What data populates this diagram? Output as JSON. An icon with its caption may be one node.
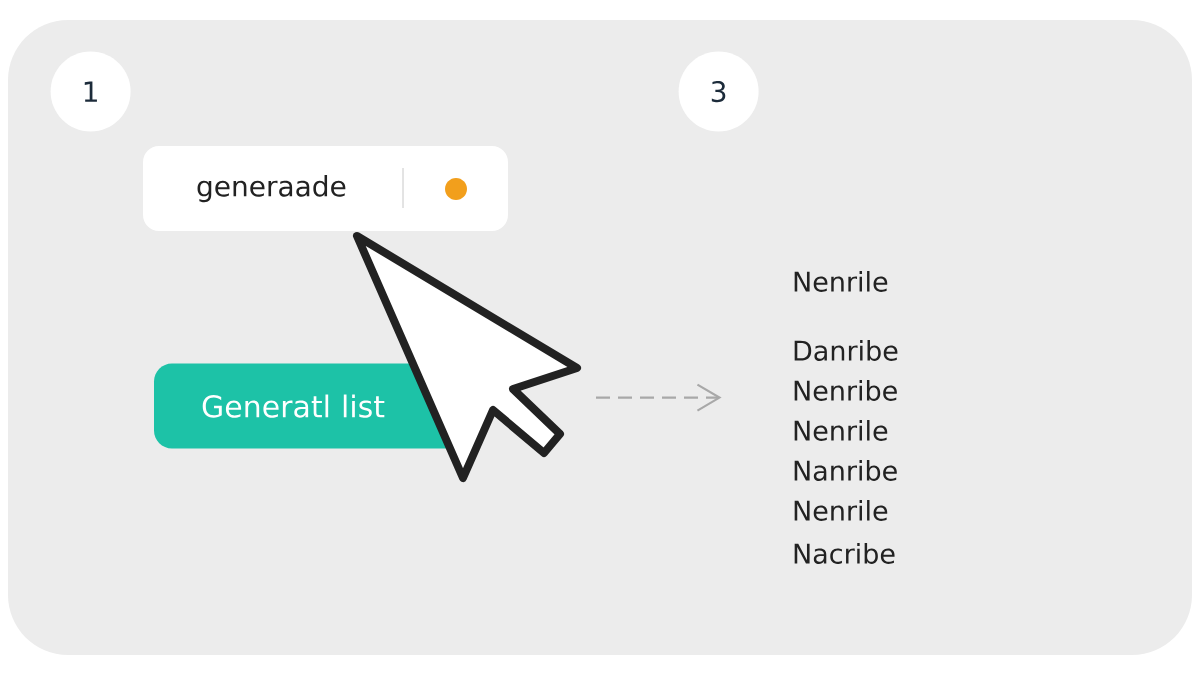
{
  "diagram": {
    "nodes": [
      {
        "text": [],
        "shape": "box"
      },
      {
        "text": [
          "1"
        ],
        "in": 0
      },
      {
        "text": [
          "3"
        ],
        "in": 0
      },
      {
        "text": [
          "generaade"
        ],
        "in": 0
      },
      {
        "text": [
          "Generatl list"
        ],
        "in": 0
      },
      {
        "text": [],
        "shape": "picture",
        "in": 0
      },
      {
        "text": [
          "Nenrile",
          "Danribe",
          "Nenribe",
          "Nenrile",
          "Nanribe",
          "Nenrile",
          "Nacribe"
        ],
        "in": 0
      }
    ],
    "edges": [
      {
        "from": 5,
        "to": 6,
        "arrow": "to",
        "style": "dashed",
        "color": "#a8a8a8"
      }
    ]
  }
}
